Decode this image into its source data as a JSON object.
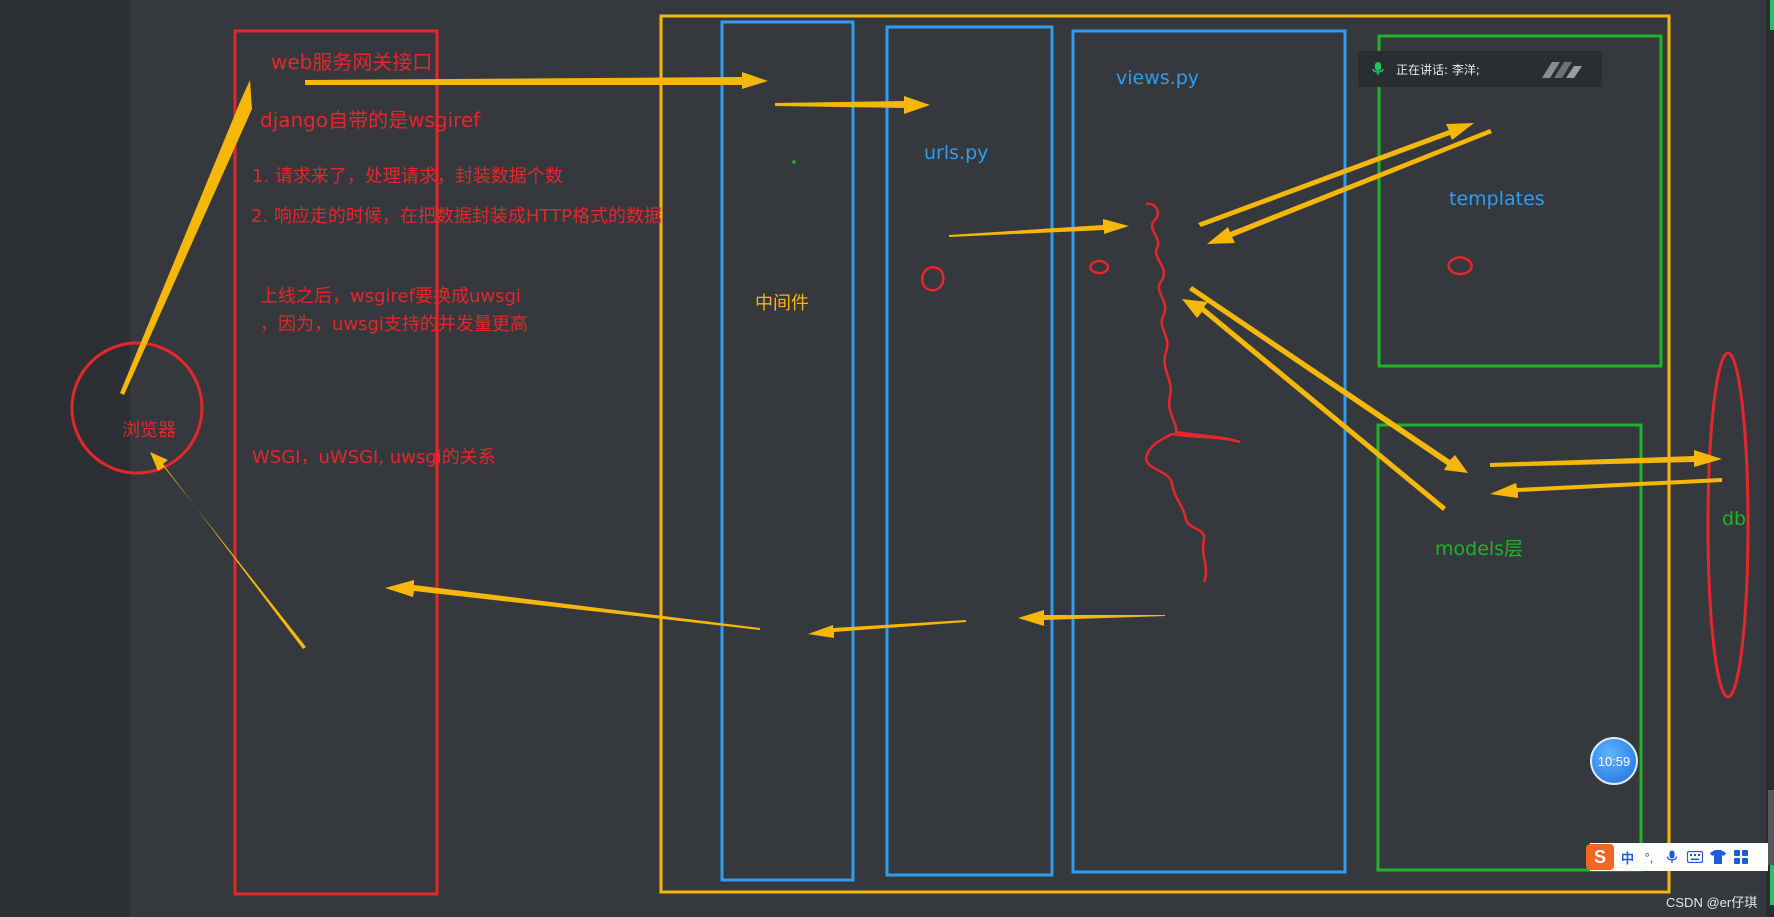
{
  "gateway": {
    "title": "web服务网关接口",
    "django": "django自带的是wsgiref",
    "point1": "1. 请求来了，处理请求，封装数据个数",
    "point2": "2. 响应走的时候，在把数据封装成HTTP格式的数据",
    "deploy_line1": "上线之后，wsgiref要换成uwsgi",
    "deploy_line2": "，因为，uwsgi支持的并发量更高",
    "relation": "WSGI，uWSGI, uwsgi的关系"
  },
  "browser": {
    "label": "浏览器"
  },
  "middleware": {
    "label": "中间件"
  },
  "urls": {
    "label": "urls.py"
  },
  "views": {
    "label": "views.py"
  },
  "templates": {
    "label": "templates"
  },
  "models": {
    "label": "models层"
  },
  "db": {
    "label": "db"
  },
  "speaker_banner": {
    "text": "正在讲话: 李洋;"
  },
  "clock": {
    "time": "10:59"
  },
  "ime_toolbar": {
    "logo": "S",
    "lang": "中",
    "punct": "°,",
    "mic_icon": "microphone-icon",
    "keyboard_icon": "keyboard-icon",
    "skin_icon": "tshirt-icon",
    "grid_icon": "grid-icon"
  },
  "watermark": {
    "text": "CSDN @er仔琪"
  },
  "colors": {
    "background": "#35393e",
    "red": "#e5262b",
    "blue": "#2f9cf0",
    "green": "#1fb32a",
    "yellow": "#f6b70b"
  }
}
